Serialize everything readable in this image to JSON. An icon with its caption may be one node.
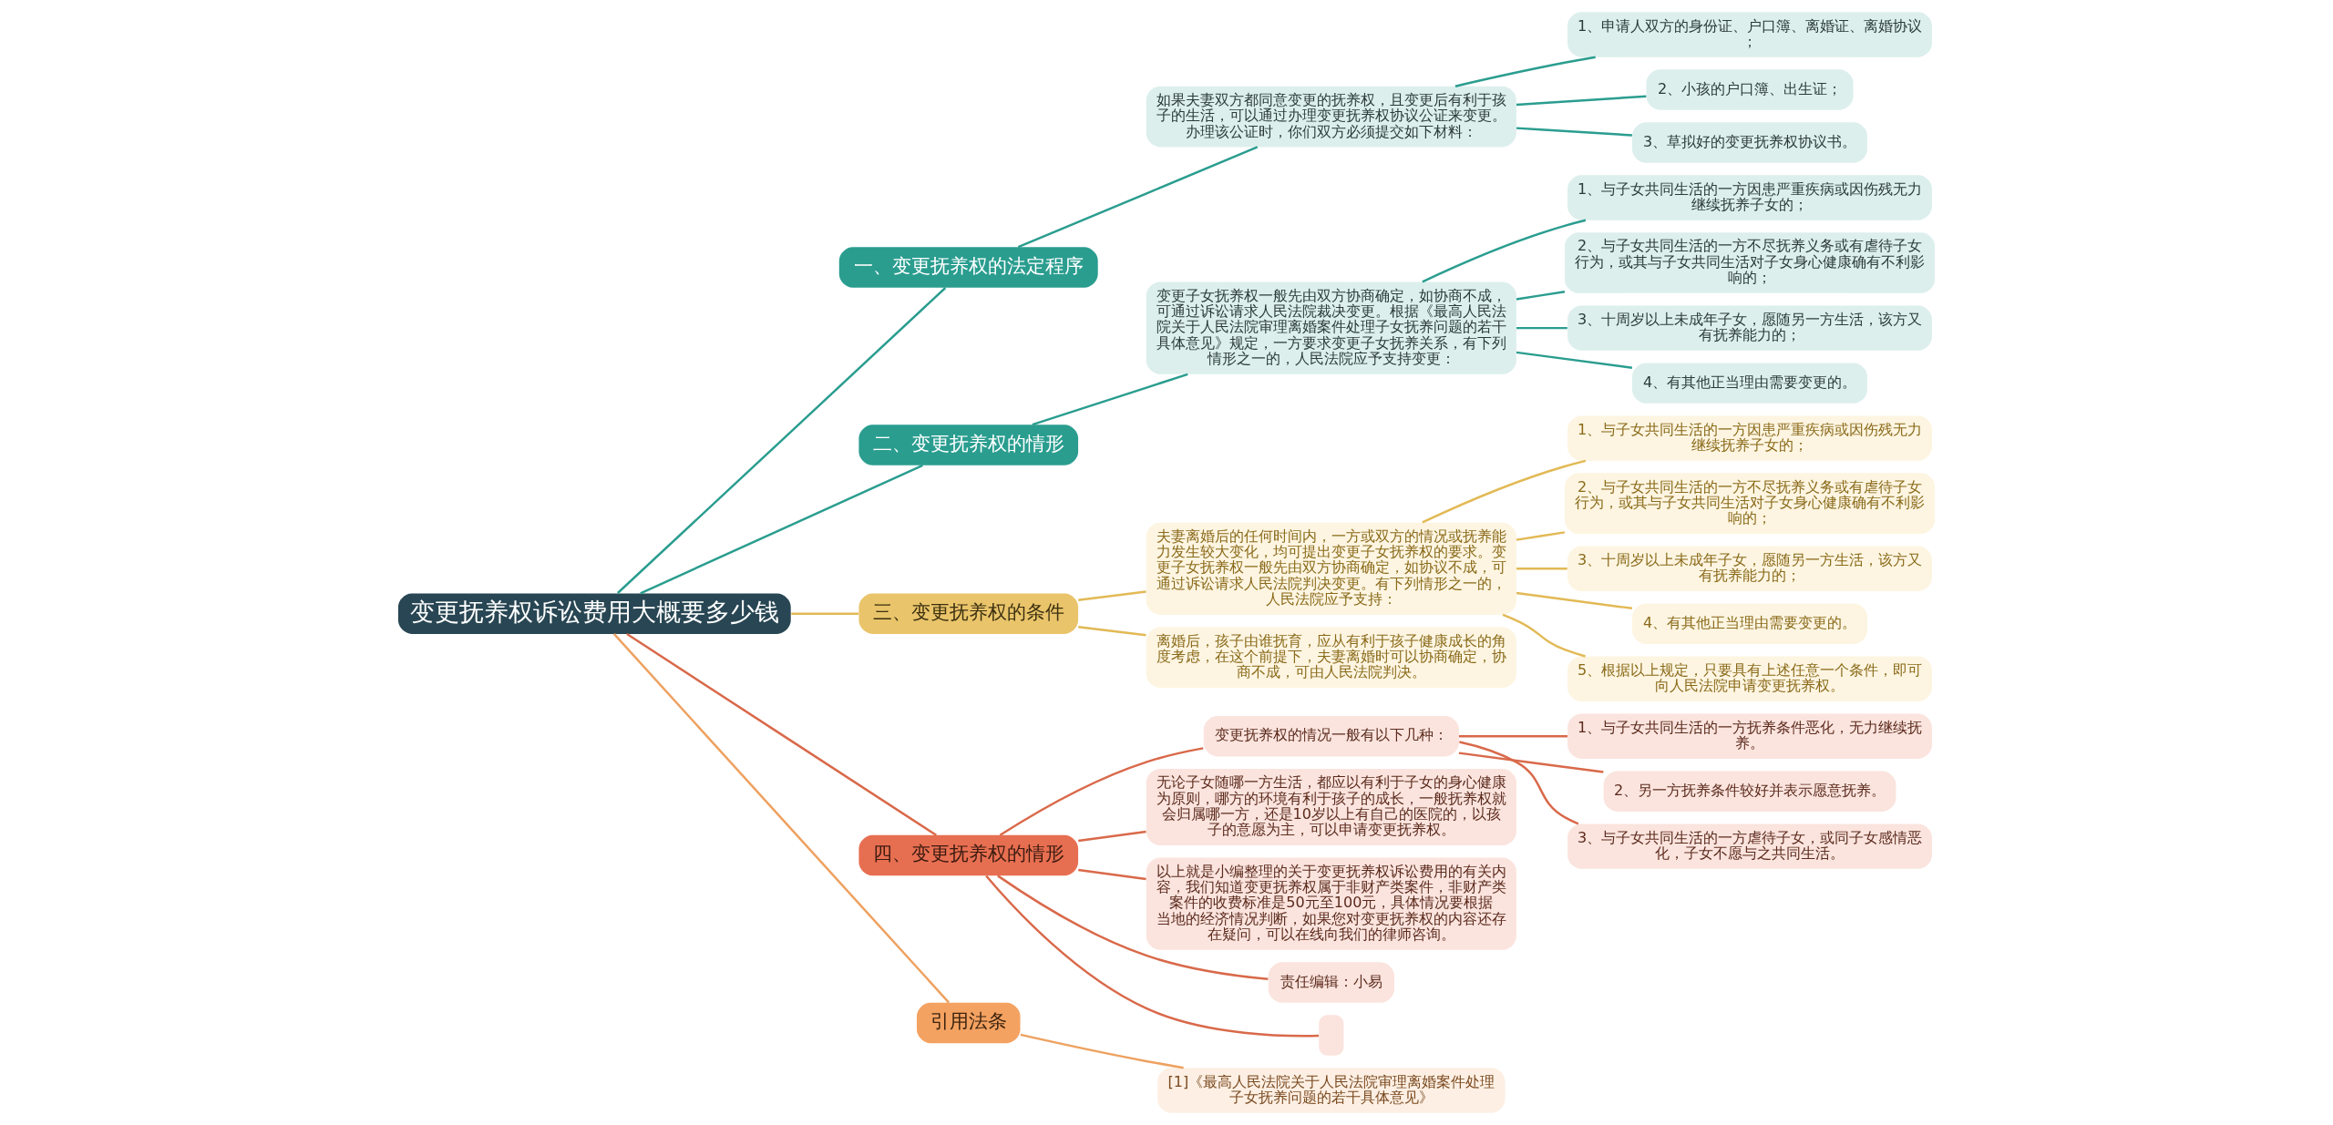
{
  "diagram": {
    "nodes": [
      {
        "text": [
          "变更抚养权诉讼费用大概要多少钱"
        ]
      },
      {
        "text": [
          "一、变更抚养权的法定程序"
        ]
      },
      {
        "text": [
          "如果夫妻双方都同意变更的抚养权，且变更后有利于孩子的生活，可以通过办理变更抚养权协议公证来变更。办理该公证时，你们双方必须提交如下材料："
        ]
      },
      {
        "text": [
          "1、申请人双方的身份证、户口簿、离婚证、离婚协议；"
        ]
      },
      {
        "text": [
          "2、小孩的户口簿、出生证；"
        ]
      },
      {
        "text": [
          "3、草拟好的变更抚养权协议书。"
        ]
      },
      {
        "text": [
          "二、变更抚养权的情形"
        ]
      },
      {
        "text": [
          "变更子女抚养权一般先由双方协商确定，如协商不成，可通过诉讼请求人民法院裁决变更。根据《最高人民法院关于人民法院审理离婚案件处理子女抚养问题的若干具体意见》规定，一方要求变更子女抚养关系，有下列情形之一的，人民法院应予支持变更："
        ]
      },
      {
        "text": [
          "1、与子女共同生活的一方因患严重疾病或因伤残无力继续抚养子女的；"
        ]
      },
      {
        "text": [
          "2、与子女共同生活的一方不尽抚养义务或有虐待子女行为，或其与子女共同生活对子女身心健康确有不利影响的；"
        ]
      },
      {
        "text": [
          "3、十周岁以上未成年子女，愿随另一方生活，该方又有抚养能力的；"
        ]
      },
      {
        "text": [
          "4、有其他正当理由需要变更的。"
        ]
      },
      {
        "text": [
          "三、变更抚养权的条件"
        ]
      },
      {
        "text": [
          "夫妻离婚后的任何时间内，一方或双方的情况或抚养能力发生较大变化，均可提出变更子女抚养权的要求。变更子女抚养权一般先由双方协商确定，如协议不成，可通过诉讼请求人民法院判决变更。有下列情形之一的，人民法院应予支持："
        ]
      },
      {
        "text": [
          "1、与子女共同生活的一方因患严重疾病或因伤残无力继续抚养子女的；"
        ]
      },
      {
        "text": [
          "2、与子女共同生活的一方不尽抚养义务或有虐待子女行为，或其与子女共同生活对子女身心健康确有不利影响的；"
        ]
      },
      {
        "text": [
          "3、十周岁以上未成年子女，愿随另一方生活，该方又有抚养能力的；"
        ]
      },
      {
        "text": [
          "4、有其他正当理由需要变更的。"
        ]
      },
      {
        "text": [
          "5、根据以上规定，只要具有上述任意一个条件，即可向人民法院申请变更抚养权。"
        ]
      },
      {
        "text": [
          "离婚后，孩子由谁抚育，应从有利于孩子健康成长的角度考虑，在这个前提下，夫妻离婚时可以协商确定，协商不成，可由人民法院判决。"
        ]
      },
      {
        "text": [
          "四、变更抚养权的情形"
        ]
      },
      {
        "text": [
          "变更抚养权的情况一般有以下几种："
        ]
      },
      {
        "text": [
          "1、与子女共同生活的一方抚养条件恶化，无力继续抚养。"
        ]
      },
      {
        "text": [
          "2、另一方抚养条件较好并表示愿意抚养。"
        ]
      },
      {
        "text": [
          "3、与子女共同生活的一方虐待子女，或同子女感情恶化，子女不愿与之共同生活。"
        ]
      },
      {
        "text": [
          "无论子女随哪一方生活，都应以有利于子女的身心健康为原则，哪方的环境有利于孩子的成长，一般抚养权就会归属哪一方，还是10岁以上有自己的医院的，以孩子的意愿为主，可以申请变更抚养权。"
        ]
      },
      {
        "text": [
          "以上就是小编整理的关于变更抚养权诉讼费用的有关内容，我们知道变更抚养权属于非财产类案件，非财产类案件的收费标准是50元至100元，具体情况要根据当地的经济情况判断，如果您对变更抚养权的内容还存在疑问，可以在线向我们的律师咨询。"
        ]
      },
      {
        "text": [
          "责任编辑：小易"
        ]
      },
      {
        "text": [],
        "shape": "box"
      },
      {
        "text": [
          "引用法条"
        ]
      },
      {
        "text": [
          "[1]《最高人民法院关于人民法院审理离婚案件处理子女抚养问题的若干具体意见》"
        ]
      }
    ],
    "edges": [
      {
        "from": 0,
        "to": 1,
        "arrow": "none"
      },
      {
        "from": 1,
        "to": 2,
        "arrow": "none"
      },
      {
        "from": 2,
        "to": 3,
        "arrow": "none"
      },
      {
        "from": 2,
        "to": 4,
        "arrow": "none"
      },
      {
        "from": 2,
        "to": 5,
        "arrow": "none"
      },
      {
        "from": 0,
        "to": 6,
        "arrow": "none"
      },
      {
        "from": 6,
        "to": 7,
        "arrow": "none"
      },
      {
        "from": 7,
        "to": 8,
        "arrow": "none"
      },
      {
        "from": 7,
        "to": 9,
        "arrow": "none"
      },
      {
        "from": 7,
        "to": 10,
        "arrow": "none"
      },
      {
        "from": 7,
        "to": 11,
        "arrow": "none"
      },
      {
        "from": 0,
        "to": 12,
        "arrow": "none",
        "color": "#e2b955"
      },
      {
        "from": 12,
        "to": 13,
        "arrow": "none",
        "color": "#e2b955"
      },
      {
        "from": 13,
        "to": 14,
        "arrow": "none",
        "color": "#e2b955"
      },
      {
        "from": 13,
        "to": 15,
        "arrow": "none",
        "color": "#e2b955"
      },
      {
        "from": 13,
        "to": 16,
        "arrow": "none",
        "color": "#e2b955"
      },
      {
        "from": 13,
        "to": 17,
        "arrow": "none",
        "color": "#e2b955"
      },
      {
        "from": 13,
        "to": 18,
        "arrow": "none",
        "color": "#e2b955"
      },
      {
        "from": 12,
        "to": 19,
        "arrow": "none",
        "color": "#e2b955"
      },
      {
        "from": 0,
        "to": 20,
        "arrow": "none",
        "color": "#d9694a"
      },
      {
        "from": 20,
        "to": 21,
        "arrow": "none",
        "color": "#d9694a"
      },
      {
        "from": 21,
        "to": 22,
        "arrow": "none",
        "color": "#d9694a"
      },
      {
        "from": 21,
        "to": 23,
        "arrow": "none",
        "color": "#d9694a"
      },
      {
        "from": 21,
        "to": 24,
        "arrow": "none",
        "color": "#d9694a"
      },
      {
        "from": 20,
        "to": 25,
        "arrow": "none",
        "color": "#d9694a"
      },
      {
        "from": 20,
        "to": 26,
        "arrow": "none",
        "color": "#d9694a"
      },
      {
        "from": 20,
        "to": 27,
        "arrow": "none",
        "color": "#d9694a"
      },
      {
        "from": 20,
        "to": 28,
        "arrow": "none",
        "color": "#d9694a"
      },
      {
        "from": 0,
        "to": 29,
        "arrow": "none",
        "color": "#eea160"
      },
      {
        "from": 29,
        "to": 30,
        "arrow": "none",
        "color": "#eea160"
      }
    ]
  }
}
